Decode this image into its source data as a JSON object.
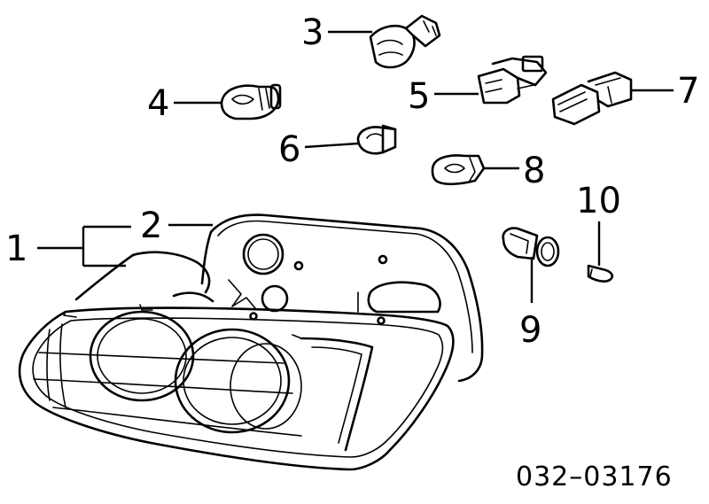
{
  "diagram": {
    "callouts": {
      "c1": "1",
      "c2": "2",
      "c3": "3",
      "c4": "4",
      "c5": "5",
      "c6": "6",
      "c7": "7",
      "c8": "8",
      "c9": "9",
      "c10": "10"
    },
    "diagram_code": "032–03176"
  }
}
